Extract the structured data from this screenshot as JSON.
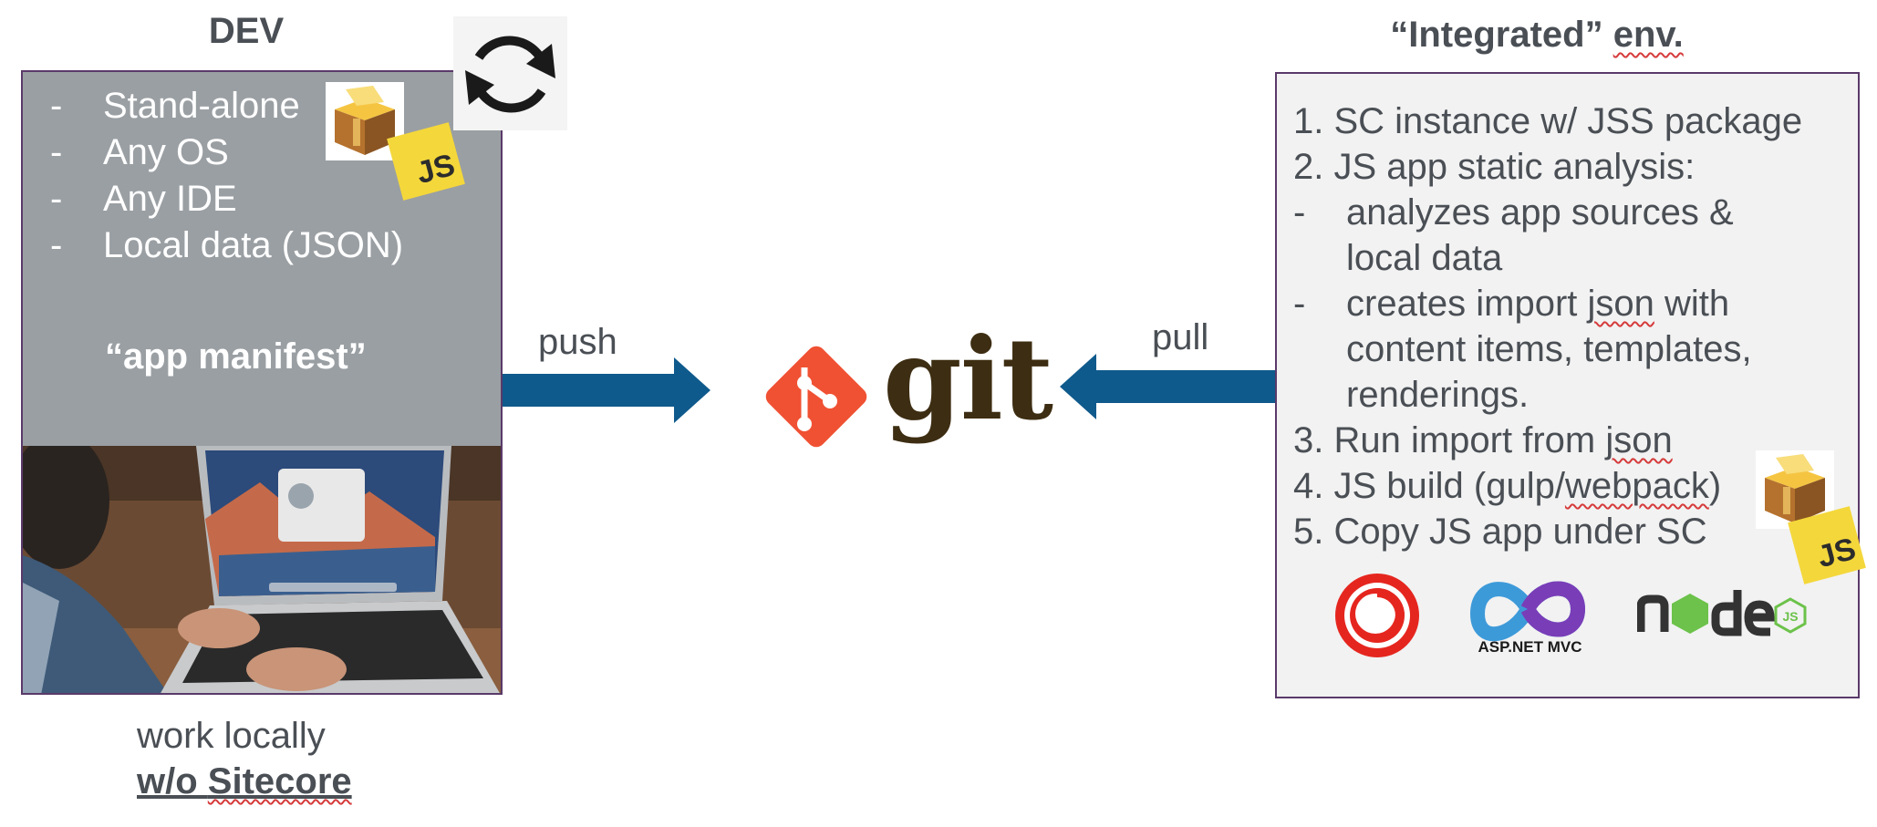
{
  "dev": {
    "title": "DEV",
    "items": [
      {
        "dash": "-",
        "text": "Stand-alone"
      },
      {
        "dash": "-",
        "text": "Any OS"
      },
      {
        "dash": "-",
        "text": "Any IDE"
      },
      {
        "dash": "-",
        "text": "Local data (JSON)"
      }
    ],
    "manifest": "“app manifest”",
    "js_badge": "JS"
  },
  "arrows": {
    "push_label": "push",
    "pull_label": "pull"
  },
  "git": {
    "word": "git",
    "logo_color": "#f05133",
    "word_color": "#3d2d12"
  },
  "integrated": {
    "title_quoted": "“Integrated”",
    "title_env": "env.",
    "lines": [
      {
        "key": "l1",
        "text": "1. SC instance w/ JSS package"
      },
      {
        "key": "l2",
        "text": "2. JS app static analysis:"
      },
      {
        "key": "l3a",
        "text": "analyzes app sources &"
      },
      {
        "key": "l3b",
        "text": "local data"
      },
      {
        "key": "l4a_pre",
        "text": "creates import "
      },
      {
        "key": "l4a_json",
        "text": "json"
      },
      {
        "key": "l4a_post",
        "text": " with"
      },
      {
        "key": "l4b",
        "text": "content items, templates,"
      },
      {
        "key": "l4c",
        "text": "renderings."
      },
      {
        "key": "l5_pre",
        "text": "3. Run import from "
      },
      {
        "key": "l5_json",
        "text": "json"
      },
      {
        "key": "l6_pre",
        "text": "4. JS build (gulp/"
      },
      {
        "key": "l6_wp",
        "text": "webpack"
      },
      {
        "key": "l6_post",
        "text": ")"
      },
      {
        "key": "l7",
        "text": "5. Copy JS app under SC"
      }
    ],
    "dash": "-",
    "aspnet_label": "ASP.NET MVC",
    "js_badge": "JS"
  },
  "footer": {
    "line1": "work locally",
    "line2_pre": "w/o ",
    "line2_word": "Sitecore"
  },
  "colors": {
    "arrow": "#0f5a8c",
    "panel_gray": "#9a9fa3",
    "panel_border": "#5a3a6a",
    "sitecore_red": "#e5261f",
    "node_green": "#6cc24a",
    "js_yellow": "#f4d73b"
  },
  "icons": [
    "sync-icon",
    "package-icon",
    "js-badge",
    "git-logo-icon",
    "sitecore-logo",
    "aspnet-logo",
    "nodejs-logo",
    "laptop-photo"
  ]
}
